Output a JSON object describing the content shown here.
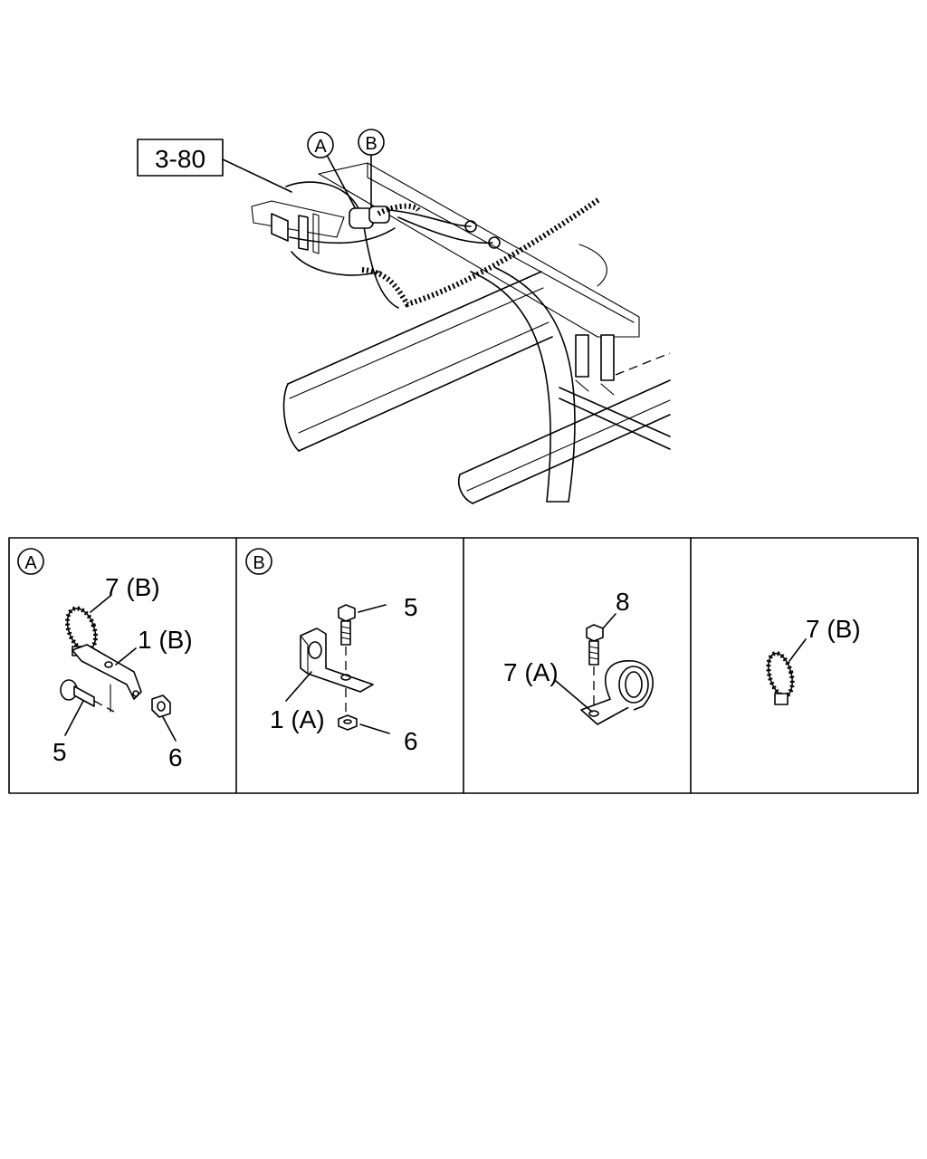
{
  "overview": {
    "ref_label": "3-80",
    "callout_a": "A",
    "callout_b": "B"
  },
  "panels": [
    {
      "callout": "A",
      "labels": {
        "clip": "7 (B)",
        "bracket": "1 (B)",
        "bolt": "5",
        "nut": "6"
      }
    },
    {
      "callout": "B",
      "labels": {
        "bolt": "5",
        "bracket": "1 (A)",
        "nut": "6"
      }
    },
    {
      "callout": "",
      "labels": {
        "bolt": "8",
        "clamp": "7 (A)"
      }
    },
    {
      "callout": "",
      "labels": {
        "clip": "7 (B)"
      }
    }
  ]
}
